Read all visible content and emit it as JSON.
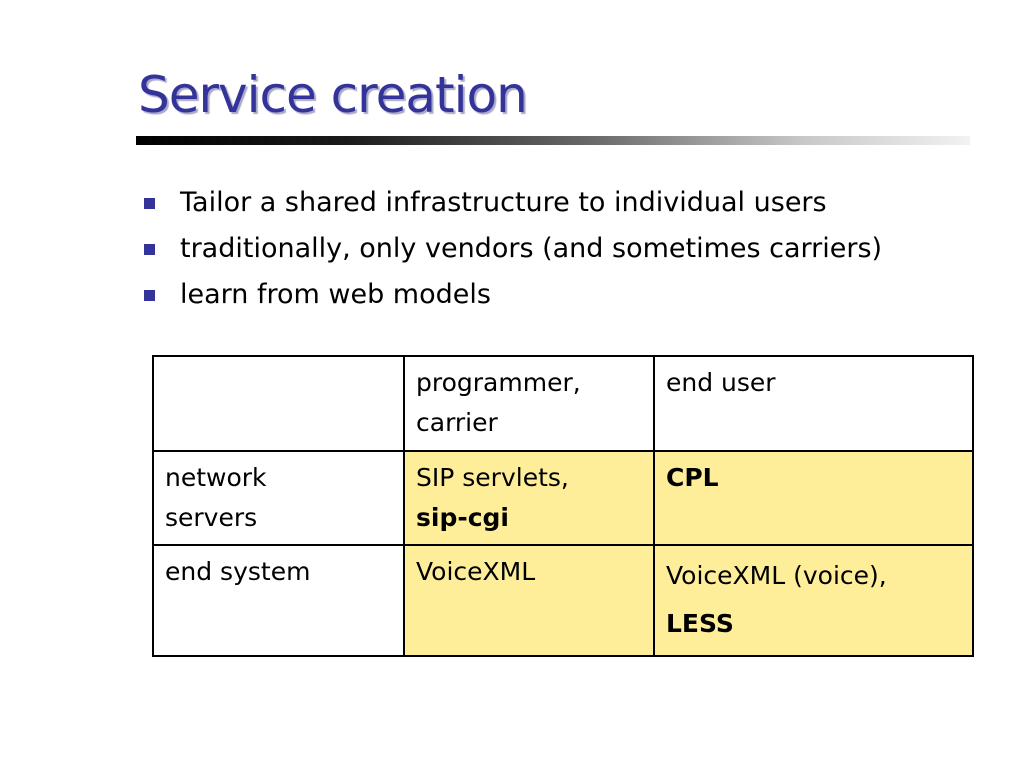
{
  "slide": {
    "title": "Service creation",
    "bullets": [
      "Tailor a shared infrastructure to individual users",
      "traditionally, only vendors (and sometimes carriers)",
      "learn from web models"
    ],
    "table": {
      "header": {
        "corner": "",
        "col_programmer_line1": "programmer,",
        "col_programmer_line2": "carrier",
        "col_end_user": "end user"
      },
      "rows": [
        {
          "label_line1": "network",
          "label_line2": "servers",
          "programmer_line1": "SIP servlets,",
          "programmer_line2": "sip-cgi",
          "end_user_line1": "CPL"
        },
        {
          "label_line1": "end system",
          "programmer_line1": "VoiceXML",
          "end_user_line1": "VoiceXML (voice),",
          "end_user_line2": "LESS"
        }
      ]
    }
  },
  "colors": {
    "title": "#333399",
    "bullet": "#333399",
    "highlight_cell": "#ffee99"
  }
}
